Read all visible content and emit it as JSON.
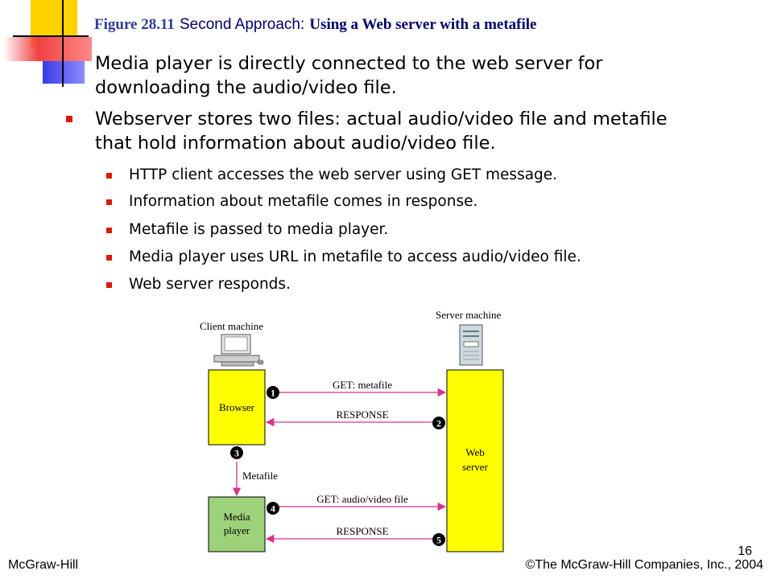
{
  "slide": {
    "title_figure": "Figure 28.11",
    "title_mid": "Second Approach:",
    "title_tail": "Using a Web server with a metafile",
    "bullets": [
      {
        "level": 1,
        "lines": [
          "Media player is directly connected to the web server for",
          "downloading the audio/video file."
        ]
      },
      {
        "level": 1,
        "lines": [
          "Webserver stores two files: actual audio/video file and metafile",
          "that hold information about audio/video file."
        ]
      },
      {
        "level": 2,
        "lines": [
          "HTTP client accesses the web server using GET message."
        ]
      },
      {
        "level": 2,
        "lines": [
          "Information about metafile comes in response."
        ]
      },
      {
        "level": 2,
        "lines": [
          "Metafile is passed to media player."
        ]
      },
      {
        "level": 2,
        "lines": [
          "Media player uses URL in metafile to access audio/video file."
        ]
      },
      {
        "level": 2,
        "lines": [
          "Web server responds."
        ]
      }
    ],
    "footer_left": "McGraw-Hill",
    "footer_right": "©The McGraw-Hill Companies, Inc., 2004",
    "page_number": "16"
  },
  "diagram": {
    "client_label": "Client machine",
    "server_label": "Server machine",
    "browser_label": "Browser",
    "media_player_label": [
      "Media",
      "player"
    ],
    "web_server_label": [
      "Web",
      "server"
    ],
    "metafile_label": "Metafile",
    "messages": [
      {
        "step": "1",
        "label": "GET: metafile"
      },
      {
        "step": "2",
        "label": "RESPONSE"
      },
      {
        "step": "3",
        "label": ""
      },
      {
        "step": "4",
        "label": "GET: audio/video file"
      },
      {
        "step": "5",
        "label": "RESPONSE"
      }
    ],
    "colors": {
      "yellow_box": "#ffff00",
      "green_box": "#9dd17a",
      "arrow": "#d6338a",
      "bullet": "#d81a0a",
      "title_blue": "#2e3d9a"
    }
  }
}
